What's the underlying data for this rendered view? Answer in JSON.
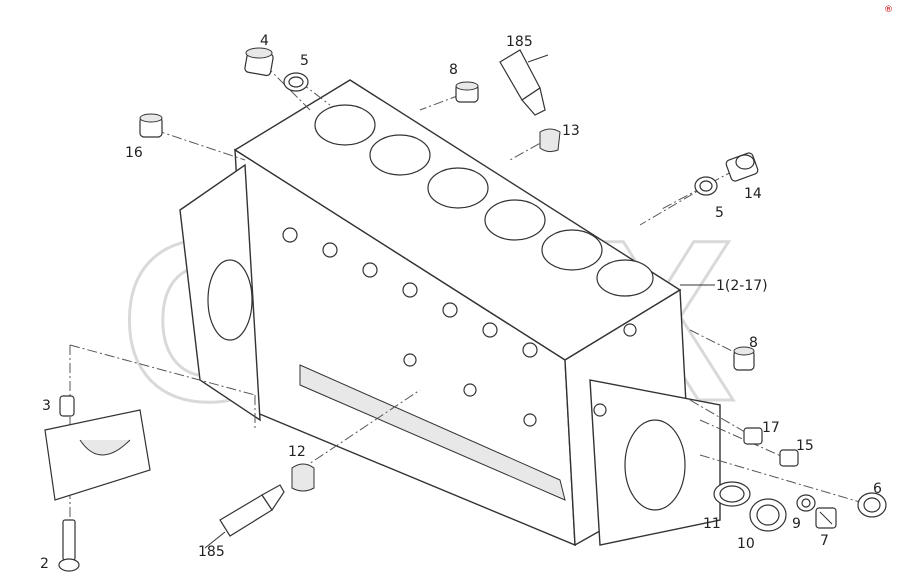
{
  "watermark": "OPEX",
  "corner_mark": "®",
  "callouts": [
    {
      "id": "c4",
      "text": "4"
    },
    {
      "id": "c5a",
      "text": "5"
    },
    {
      "id": "c8a",
      "text": "8"
    },
    {
      "id": "c185a",
      "text": "185"
    },
    {
      "id": "c13",
      "text": "13"
    },
    {
      "id": "c16",
      "text": "16"
    },
    {
      "id": "c14",
      "text": "14"
    },
    {
      "id": "c5b",
      "text": "5"
    },
    {
      "id": "c1",
      "text": "1(2-17)"
    },
    {
      "id": "c8b",
      "text": "8"
    },
    {
      "id": "c3",
      "text": "3"
    },
    {
      "id": "c17",
      "text": "17"
    },
    {
      "id": "c15",
      "text": "15"
    },
    {
      "id": "c12",
      "text": "12"
    },
    {
      "id": "c6",
      "text": "6"
    },
    {
      "id": "c11",
      "text": "11"
    },
    {
      "id": "c9",
      "text": "9"
    },
    {
      "id": "c7",
      "text": "7"
    },
    {
      "id": "c10",
      "text": "10"
    },
    {
      "id": "c185b",
      "text": "185"
    },
    {
      "id": "c2",
      "text": "2"
    }
  ]
}
